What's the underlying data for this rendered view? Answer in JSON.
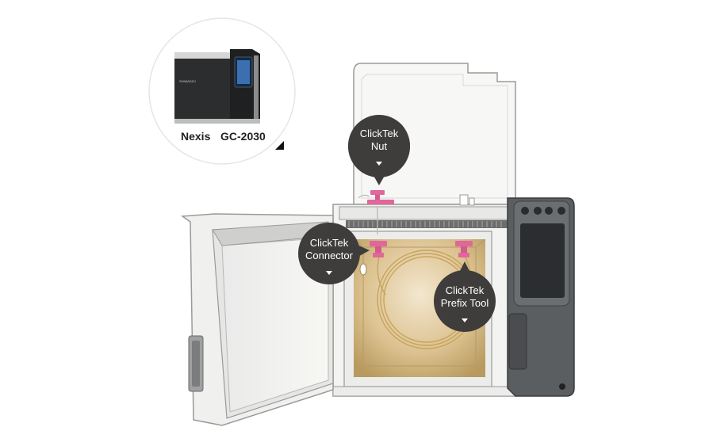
{
  "inset": {
    "model_label_left": "Nexis",
    "model_label_right": "GC-2030"
  },
  "callouts": [
    {
      "line1": "ClickTek",
      "line2": "Nut"
    },
    {
      "line1": "ClickTek",
      "line2": "Connector"
    },
    {
      "line1": "ClickTek",
      "line2": "Prefix Tool"
    }
  ],
  "colors": {
    "bubble": "#3f3d3b",
    "highlight": "#e0679a",
    "oven_interior": "#d9bf8e",
    "panel": "#55585b"
  },
  "icons": {
    "pointer": "triangle-pointer-icon"
  }
}
